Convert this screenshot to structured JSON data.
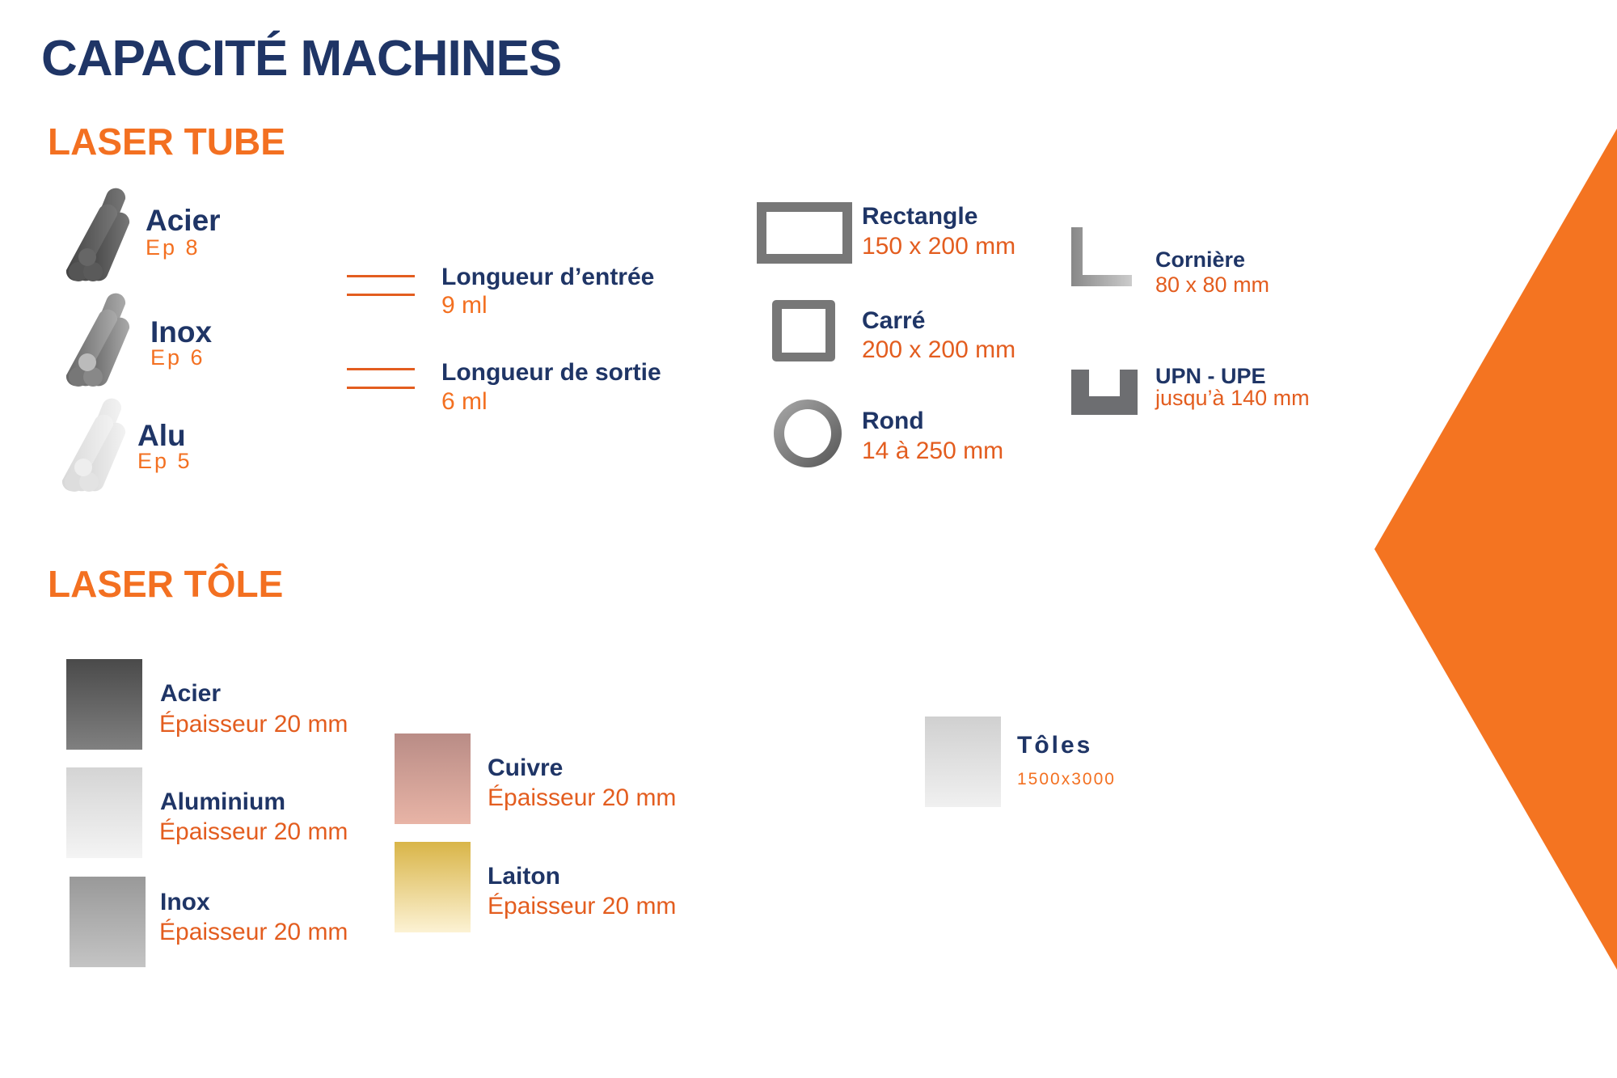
{
  "title": "CAPACITÉ MACHINES",
  "accent_color": "#f37021",
  "navy_color": "#1f3566",
  "laser_tube": {
    "heading": "LASER TUBE",
    "materials": [
      {
        "name": "Acier",
        "thickness": "Ep 8"
      },
      {
        "name": "Inox",
        "thickness": "Ep 6"
      },
      {
        "name": "Alu",
        "thickness": "Ep 5"
      }
    ],
    "lengths": [
      {
        "label": "Longueur d’entrée",
        "value": "9 ml"
      },
      {
        "label": "Longueur de sortie",
        "value": "6 ml"
      }
    ],
    "profiles": [
      {
        "name": "Rectangle",
        "value": "150 x 200 mm",
        "icon": "rectangle-tube-icon"
      },
      {
        "name": "Carré",
        "value": "200 x 200 mm",
        "icon": "square-tube-icon"
      },
      {
        "name": "Rond",
        "value": "14 à 250 mm",
        "icon": "round-tube-icon"
      },
      {
        "name": "Cornière",
        "value": "80 x 80 mm",
        "icon": "angle-profile-icon"
      },
      {
        "name": "UPN - UPE",
        "value": "jusqu’à 140 mm",
        "icon": "channel-profile-icon"
      }
    ]
  },
  "laser_tole": {
    "heading": "LASER TÔLE",
    "materials": [
      {
        "name": "Acier",
        "value": "Épaisseur 20 mm"
      },
      {
        "name": "Aluminium",
        "value": "Épaisseur 20 mm"
      },
      {
        "name": "Inox",
        "value": "Épaisseur 20 mm"
      },
      {
        "name": "Cuivre",
        "value": "Épaisseur 20 mm"
      },
      {
        "name": "Laiton",
        "value": "Épaisseur 20 mm"
      }
    ],
    "sheets": {
      "name": "Tôles",
      "value": "1500x3000"
    }
  }
}
